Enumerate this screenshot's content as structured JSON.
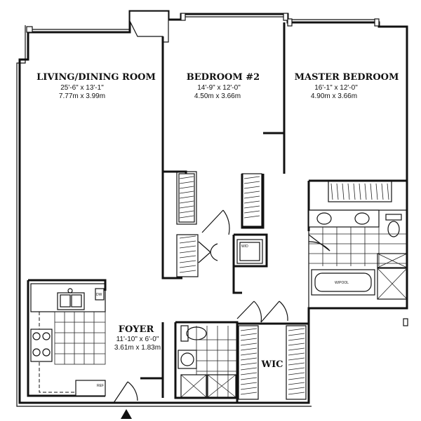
{
  "rooms": {
    "living": {
      "name": "LIVING/DINING ROOM",
      "dim_imperial": "25'-6\" x 13'-1\"",
      "dim_metric": "7.77m x 3.99m"
    },
    "bedroom2": {
      "name": "BEDROOM #2",
      "dim_imperial": "14'-9\" x 12'-0\"",
      "dim_metric": "4.50m x 3.66m"
    },
    "master": {
      "name": "MASTER BEDROOM",
      "dim_imperial": "16'-1\" x 12'-0\"",
      "dim_metric": "4.90m x 3.66m"
    },
    "foyer": {
      "name": "FOYER",
      "dim_imperial": "11'-10\" x 6'-0\"",
      "dim_metric": "3.61m x 1.83m"
    },
    "wic": {
      "name": "WIC"
    }
  },
  "fixtures": {
    "wd": "W/D",
    "whirlpool": "W/POOL",
    "ref": "REF",
    "dw": "DW"
  }
}
